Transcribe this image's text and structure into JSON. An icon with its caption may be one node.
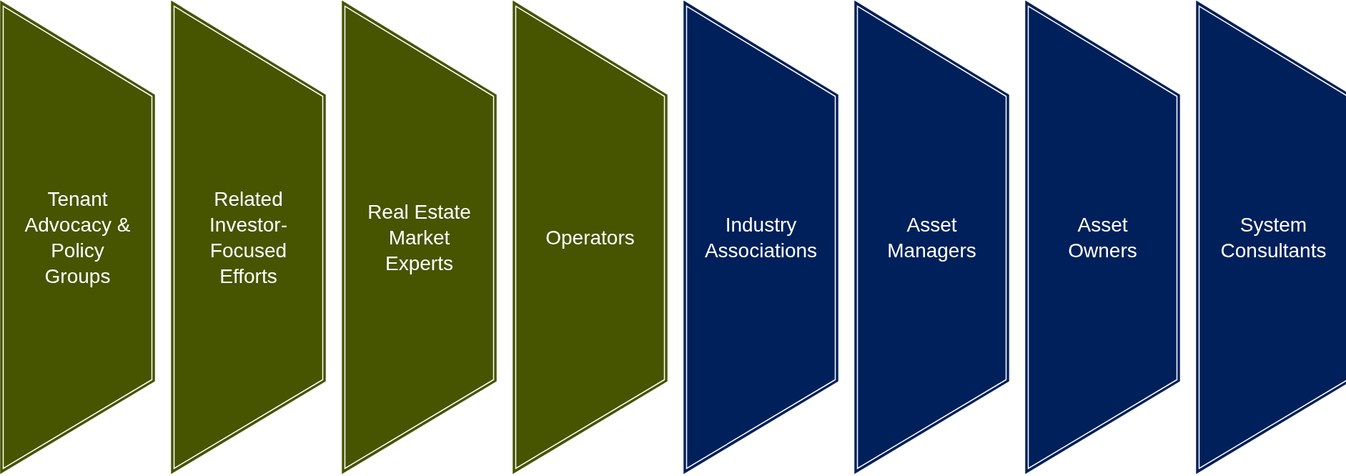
{
  "diagram": {
    "nodes": [
      {
        "text": [
          "Tenant Advocacy & Policy Groups"
        ]
      },
      {
        "text": [
          "Related Investor-Focused Efforts"
        ]
      },
      {
        "text": [
          "Real Estate Market Experts"
        ]
      },
      {
        "text": [
          "Operators"
        ]
      },
      {
        "text": [
          "Industry Associations"
        ]
      },
      {
        "text": [
          "Asset Managers"
        ]
      },
      {
        "text": [
          "Asset Owners"
        ]
      },
      {
        "text": [
          "System Consultants"
        ]
      }
    ]
  }
}
